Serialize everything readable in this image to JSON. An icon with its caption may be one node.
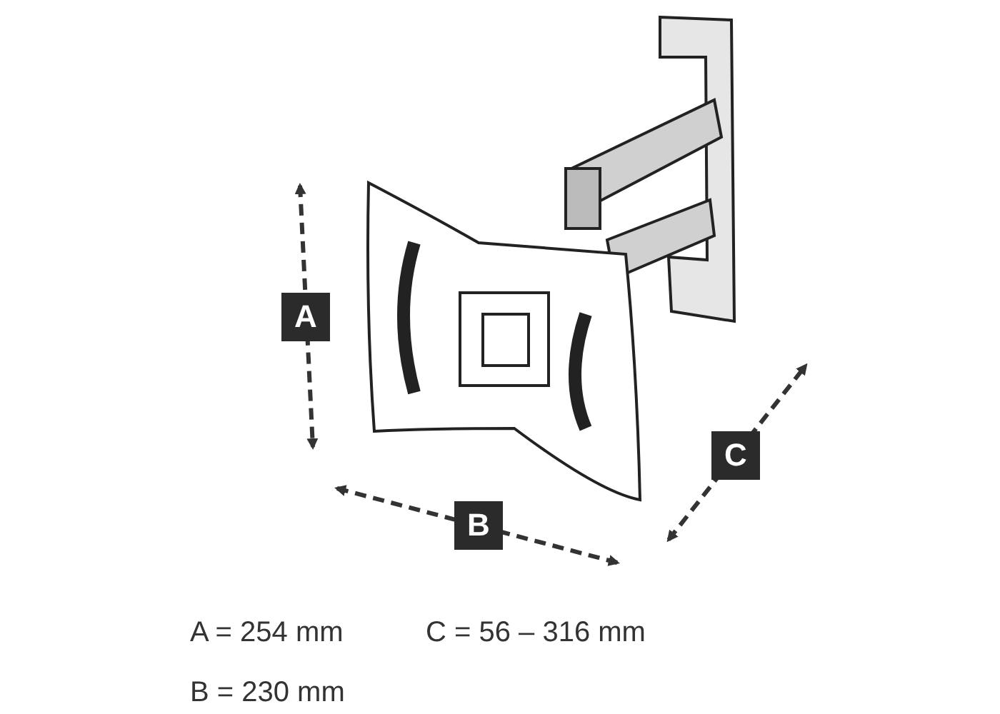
{
  "diagram": {
    "labels": [
      "A",
      "C",
      "B",
      "A = 254 mm",
      "C = 56 – 316 mm",
      "B = 230 mm"
    ]
  }
}
